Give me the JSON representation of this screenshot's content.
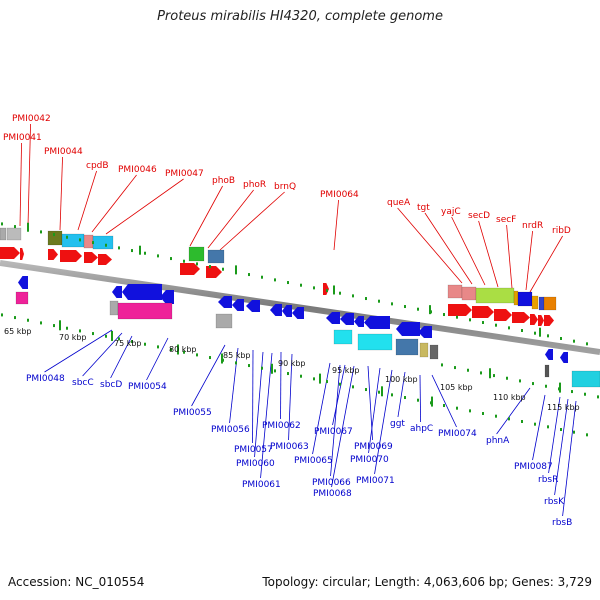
{
  "title": "Proteus mirabilis HI4320, complete genome",
  "footer": {
    "accession": "Accession: NC_010554",
    "summary": "Topology: circular; Length: 4,063,606 bp; Genes: 3,729"
  },
  "colors": {
    "forward_label": "#e00000",
    "reverse_label": "#0000cc",
    "tick": "#1a9a1a",
    "backbone": "#8a8a8a",
    "forward_arrow": "#ee1111",
    "reverse_arrow": "#1111dd"
  },
  "ticks": [
    "65 kbp",
    "70 kbp",
    "75 kbp",
    "80 kbp",
    "85 kbp",
    "90 kbp",
    "95 kbp",
    "100 kbp",
    "105 kbp",
    "110 kbp",
    "115 kbp"
  ],
  "forward_genes": [
    "PMI0042",
    "PMI0041",
    "PMI0044",
    "cpdB",
    "PMI0046",
    "PMI0047",
    "phoB",
    "phoR",
    "brnQ",
    "PMI0064",
    "queA",
    "tgt",
    "yajC",
    "secD",
    "secF",
    "nrdR",
    "ribD"
  ],
  "reverse_genes": [
    "PMI0048",
    "sbcC",
    "sbcD",
    "PMI0054",
    "PMI0055",
    "PMI0056",
    "PMI0057",
    "PMI0060",
    "PMI0061",
    "PMI0062",
    "PMI0063",
    "PMI0065",
    "PMI0066",
    "PMI0067",
    "PMI0068",
    "PMI0069",
    "PMI0070",
    "PMI0071",
    "ggt",
    "ahpC",
    "PMI0074",
    "phnA",
    "PMI0087",
    "rbsR",
    "rbsK",
    "rbsB"
  ]
}
